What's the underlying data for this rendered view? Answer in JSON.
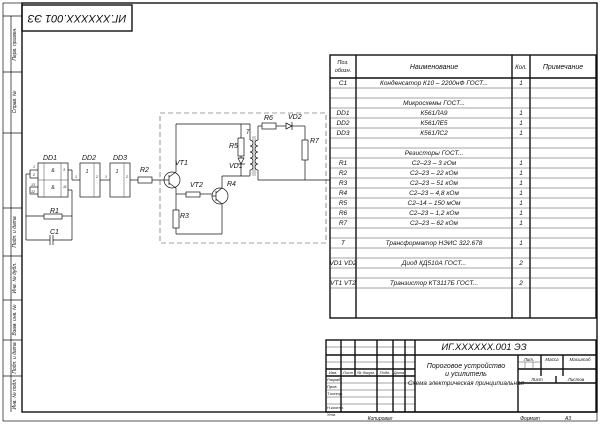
{
  "stamp": {
    "top_code": "ИГ.XXXXXX.001 ЭЗ"
  },
  "left_strip": [
    "Перв. примен.",
    "Справ. №",
    "Подп. и дата",
    "Инв. № дубл.",
    "Взам. инв. №",
    "Подп. и дата",
    "Инв. № подл."
  ],
  "schematic": {
    "chips": [
      "DD1",
      "DD2",
      "DD3"
    ],
    "pins": {
      "dd1_a": "1",
      "dd1_b": "2",
      "dd1_c": "13",
      "dd1_d": "12",
      "dd1_out1": "3",
      "dd1_out2": "11",
      "dd2_in": "1",
      "dd2_out": "2",
      "dd3_in": "1",
      "dd3_out": "2"
    },
    "parts": [
      "R1",
      "C1",
      "R2",
      "VT1",
      "R4",
      "R3",
      "VT2",
      "R5",
      "VD1",
      "T",
      "R6",
      "VD2",
      "R7"
    ]
  },
  "spec": {
    "headers": {
      "pos": "Поз. обозн.",
      "name": "Наименование",
      "qty": "Кол.",
      "note": "Примечание"
    },
    "rows": [
      {
        "pos": "C1",
        "name": "Конденсатор К10 – 2200нФ ГОСТ...",
        "qty": "1"
      },
      {
        "pos": "",
        "name": "",
        "qty": ""
      },
      {
        "pos": "",
        "name": "Микросхемы ГОСТ...",
        "qty": ""
      },
      {
        "pos": "DD1",
        "name": "К561ЛА9",
        "qty": "1"
      },
      {
        "pos": "DD2",
        "name": "К561ЛЕ5",
        "qty": "1"
      },
      {
        "pos": "DD3",
        "name": "К561ЛС2",
        "qty": "1"
      },
      {
        "pos": "",
        "name": "",
        "qty": ""
      },
      {
        "pos": "",
        "name": "Резисторы ГОСТ...",
        "qty": ""
      },
      {
        "pos": "R1",
        "name": "С2–23 – 3 гОм",
        "qty": "1"
      },
      {
        "pos": "R2",
        "name": "С2–23 – 22 кОм",
        "qty": "1"
      },
      {
        "pos": "R3",
        "name": "С2–23 – 51 кОм",
        "qty": "1"
      },
      {
        "pos": "R4",
        "name": "С2–23 – 4,8 кОм",
        "qty": "1"
      },
      {
        "pos": "R5",
        "name": "С2–14 – 150 мОм",
        "qty": "1"
      },
      {
        "pos": "R6",
        "name": "С2–23 – 1,2 кОм",
        "qty": "1"
      },
      {
        "pos": "R7",
        "name": "С2–23 – 62 кОм",
        "qty": "1"
      },
      {
        "pos": "",
        "name": "",
        "qty": ""
      },
      {
        "pos": "T",
        "name": "Трансформатор НЭИС 322.678",
        "qty": "1"
      },
      {
        "pos": "",
        "name": "",
        "qty": ""
      },
      {
        "pos": "VD1 VD2",
        "name": "Диод КД510А ГОСТ...",
        "qty": "2"
      },
      {
        "pos": "",
        "name": "",
        "qty": ""
      },
      {
        "pos": "VT1 VT2",
        "name": "Транзистор КТ3117Б ГОСТ...",
        "qty": "2"
      }
    ]
  },
  "title_block": {
    "code": "ИГ.XXXXXX.001 ЭЗ",
    "name_line1": "Пороговое устройство",
    "name_line2": "и усилитель",
    "name_line3": "Схема электрическая принципиальная",
    "col_heads": [
      "Изм.",
      "Лист",
      "№ докум.",
      "Подп.",
      "Дата"
    ],
    "roles": [
      "Разраб.",
      "Пров.",
      "Т.контр.",
      "",
      "Н.контр.",
      "Утв."
    ],
    "lit": "Лит.",
    "mass": "Масса",
    "scale": "Масштаб",
    "sheet": "Лист",
    "sheets": "Листов",
    "copied": "Копировал",
    "format": "Формат",
    "format_val": "А3"
  }
}
